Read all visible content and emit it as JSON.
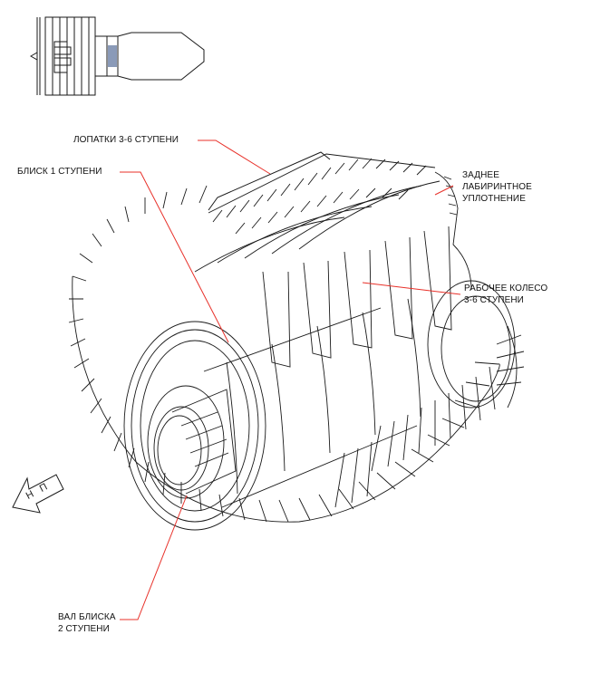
{
  "labels": {
    "blades": "ЛОПАТКИ 3-6 СТУПЕНИ",
    "blisk1": "БЛИСК 1 СТУПЕНИ",
    "rear_seal_1": "ЗАДНЕЕ",
    "rear_seal_2": "ЛАБИРИНТНОЕ",
    "rear_seal_3": "УПЛОТНЕНИЕ",
    "wheel_1": "РАБОЧЕЕ КОЛЕСО",
    "wheel_2": "3-6 СТУПЕНИ",
    "shaft_1": "ВАЛ БЛИСКА",
    "shaft_2": "2 СТУПЕНИ",
    "direction": "Н П"
  },
  "colors": {
    "leader_line": "#e8312a",
    "ink": "#1a1a1a",
    "highlight": "#8a9ab8"
  },
  "icons": [
    "engine-locator-icon",
    "direction-arrow-icon"
  ]
}
